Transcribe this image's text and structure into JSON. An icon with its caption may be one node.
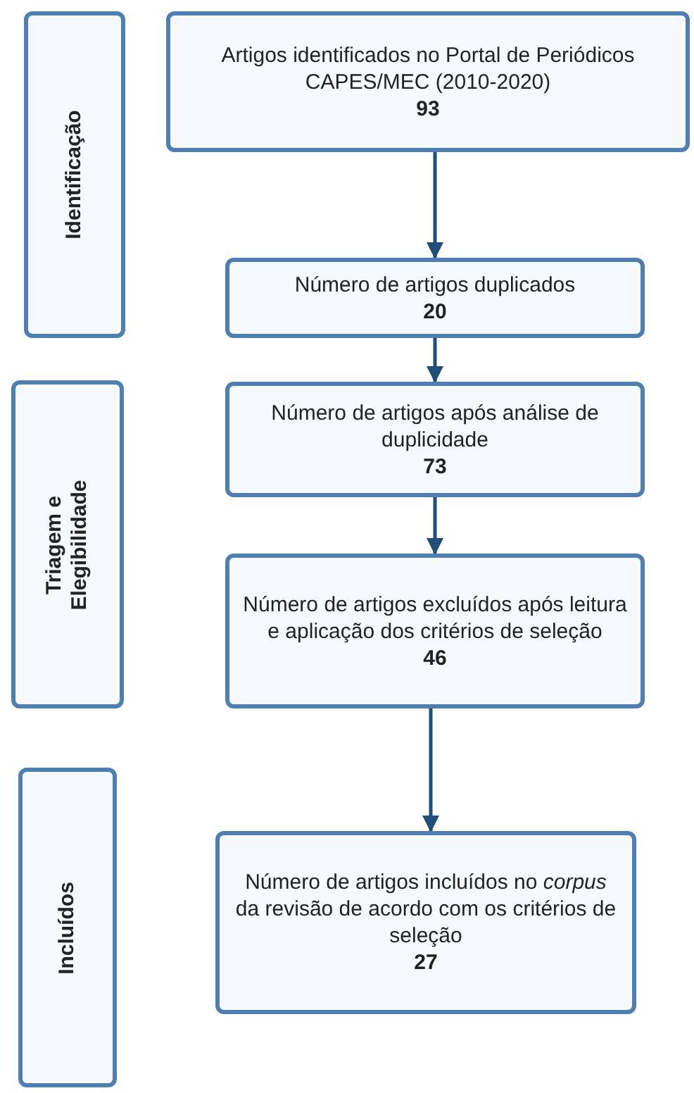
{
  "diagram": {
    "nodes": [
      {
        "text": [
          "Identificação"
        ]
      },
      {
        "text": [
          "Artigos identificados no Portal de Periódicos CAPES/MEC (2010-2020)",
          "93"
        ]
      },
      {
        "text": [
          "Número de artigos duplicados",
          "20"
        ]
      },
      {
        "text": [
          "Triagem e Elegibilidade"
        ]
      },
      {
        "text": [
          "Número de artigos após análise de duplicidade",
          "73"
        ]
      },
      {
        "text": [
          "Número de artigos excluídos após leitura e aplicação dos critérios de seleção",
          "46"
        ]
      },
      {
        "text": [
          "Incluídos"
        ]
      },
      {
        "text": [
          "Número de artigos incluídos no *corpus* da revisão de acordo com os critérios de seleção",
          "27"
        ]
      }
    ],
    "edges": [
      {
        "from": 1,
        "to": 2,
        "arrow": "to"
      },
      {
        "from": 2,
        "to": 4,
        "arrow": "to"
      },
      {
        "from": 4,
        "to": 5,
        "arrow": "to"
      },
      {
        "from": 5,
        "to": 7,
        "arrow": "to"
      }
    ]
  }
}
